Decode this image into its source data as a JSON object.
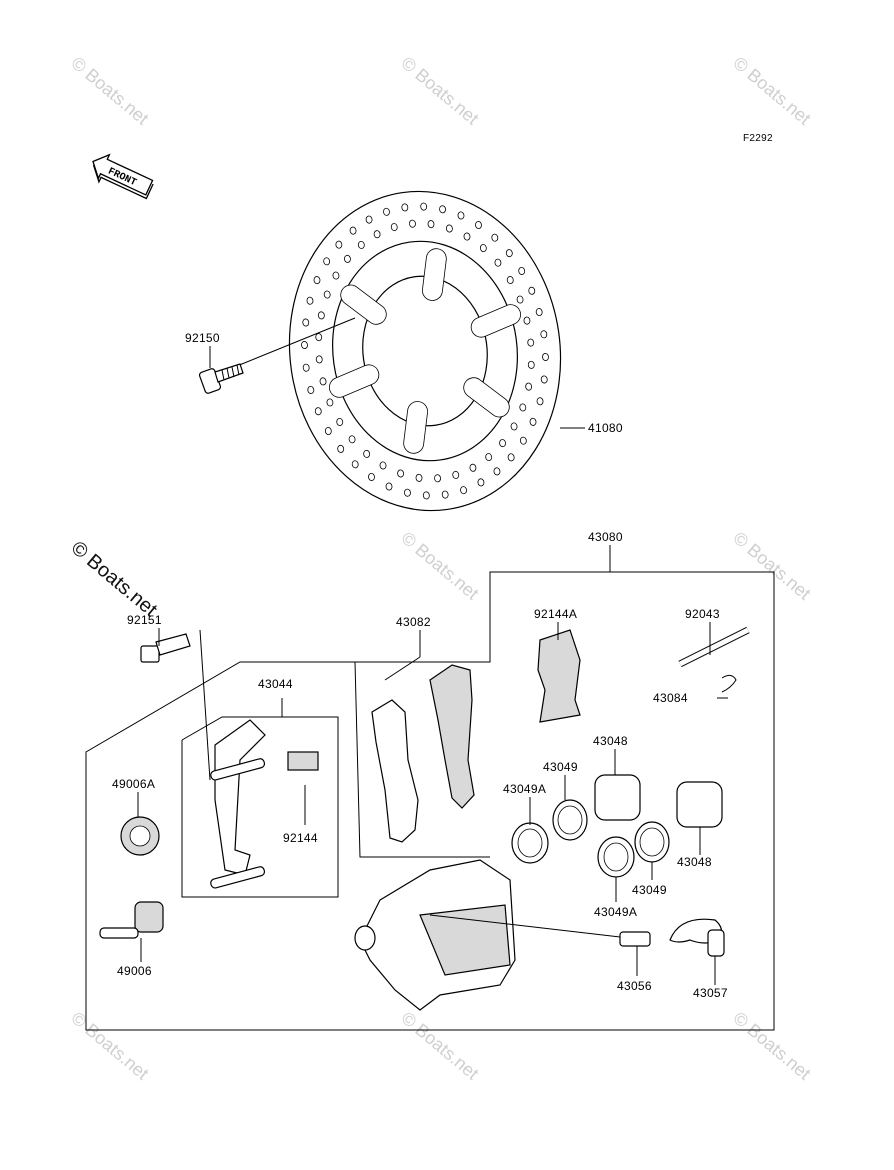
{
  "figure_code": "F2292",
  "front_label": "FRONT",
  "watermark": "© Boats.net",
  "parts": {
    "p92150": "92150",
    "p41080": "41080",
    "p43080": "43080",
    "p92151": "92151",
    "p43082": "43082",
    "p92144A": "92144A",
    "p92043": "92043",
    "p43084": "43084",
    "p43044": "43044",
    "p43048a": "43048",
    "p43049a": "43049",
    "p43049Aa": "43049A",
    "p49006A": "49006A",
    "p92144": "92144",
    "p43048b": "43048",
    "p43049b": "43049",
    "p43049Ab": "43049A",
    "p49006": "49006",
    "p43056": "43056",
    "p43057": "43057"
  }
}
